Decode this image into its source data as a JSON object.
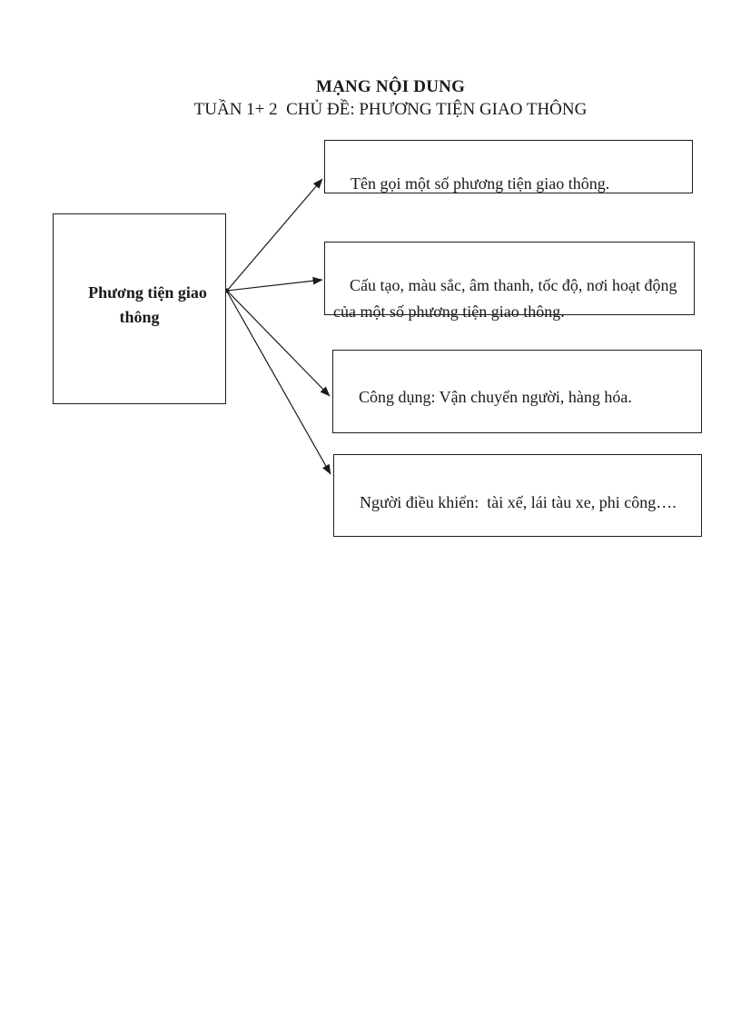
{
  "header": {
    "title": "MẠNG NỘI DUNG",
    "subtitle": "TUẦN 1+ 2  CHỦ ĐỀ: PHƯƠNG TIỆN GIAO THÔNG"
  },
  "diagram": {
    "root": {
      "label": "Phương tiện giao thông"
    },
    "branches": [
      {
        "label": "Tên gọi một số phương tiện giao thông."
      },
      {
        "label": "Cấu tạo, màu sắc, âm thanh, tốc độ, nơi hoạt động của một số phương tiện giao thông."
      },
      {
        "label": "Công dụng: Vận chuyển người, hàng hóa."
      },
      {
        "label": "Người điều khiển:  tài xế, lái tàu xe, phi công…."
      }
    ],
    "colors": {
      "ink": "#1a1a1a",
      "page_background": "#ffffff"
    }
  }
}
